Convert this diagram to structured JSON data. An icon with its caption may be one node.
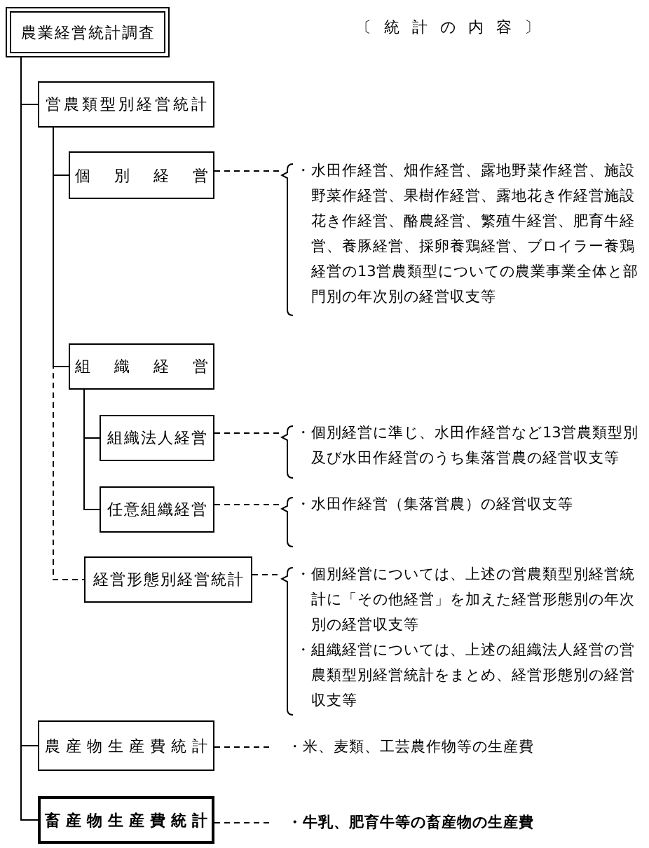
{
  "diagram": {
    "nodes": [
      {
        "text": [
          "農業経営統計調査"
        ]
      },
      {
        "text": [
          "営農類型別経営統計"
        ]
      },
      {
        "text": [
          "個別経営"
        ]
      },
      {
        "text": [
          "組織経営"
        ]
      },
      {
        "text": [
          "組織法人経営"
        ]
      },
      {
        "text": [
          "任意組織経営"
        ]
      },
      {
        "text": [
          "経営形態別経営統計"
        ]
      },
      {
        "text": [
          "農産物生産費統計"
        ]
      },
      {
        "text": [
          "畜産物生産費統計"
        ]
      },
      {
        "text": [
          "・水田作経営、畑作経営、露地野菜作経営、施設野菜作経営、果樹作経営、露地花き作経営施設花き作経営、酪農経営、繁殖牛経営、肥育牛経営、養豚経営、採卵養鶏経営、ブロイラー養鶏経営の13営農類型についての農業事業全体と部門別の年次別の経営収支等"
        ]
      },
      {
        "text": [
          "・個別経営に準じ、水田作経営など13営農類型別及び水田作経営のうち集落営農の経営収支等"
        ]
      },
      {
        "text": [
          "・水田作経営（集落営農）の経営収支等"
        ]
      },
      {
        "text": [
          "・個別経営については、上述の営農類型別経営統計に「その他経営」を加えた経営形態別の年次別の経営収支等",
          "・組織経営については、上述の組織法人経営の営農類型別経営統計をまとめ、経営形態別の経営収支等"
        ]
      },
      {
        "text": [
          "・米、麦類、工芸農作物等の生産費"
        ]
      },
      {
        "text": [
          "・牛乳、肥育牛等の畜産物の生産費"
        ]
      }
    ],
    "edges": [
      {
        "from": 0,
        "to": 1,
        "arrow": "none"
      },
      {
        "from": 0,
        "to": 7,
        "arrow": "none"
      },
      {
        "from": 0,
        "to": 8,
        "arrow": "none"
      },
      {
        "from": 1,
        "to": 2,
        "arrow": "none"
      },
      {
        "from": 1,
        "to": 3,
        "arrow": "none"
      },
      {
        "from": 1,
        "to": 6,
        "arrow": "none",
        "style": "dashed"
      },
      {
        "from": 3,
        "to": 4,
        "arrow": "none"
      },
      {
        "from": 3,
        "to": 5,
        "arrow": "none"
      },
      {
        "from": 2,
        "to": 9,
        "arrow": "none",
        "style": "dashed"
      },
      {
        "from": 4,
        "to": 10,
        "arrow": "none",
        "style": "dashed"
      },
      {
        "from": 5,
        "to": 11,
        "arrow": "none",
        "style": "dashed"
      },
      {
        "from": 6,
        "to": 12,
        "arrow": "none",
        "style": "dashed"
      },
      {
        "from": 7,
        "to": 13,
        "arrow": "none",
        "style": "dashed"
      },
      {
        "from": 8,
        "to": 14,
        "arrow": "none",
        "style": "dashed"
      }
    ],
    "labels": [
      "〔統計の内容〕"
    ]
  }
}
